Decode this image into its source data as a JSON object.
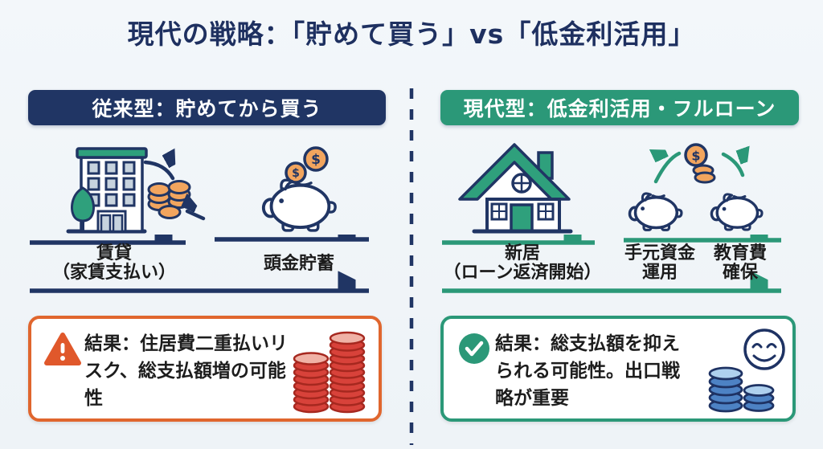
{
  "title": "現代の戦略：「貯めて買う」vs「低金利活用」",
  "coin_symbol": "$",
  "colors": {
    "background": "#f1f6f9",
    "navy": "#203564",
    "green": "#2b9878",
    "orange_border": "#e0662e",
    "warning_orange": "#e0582b",
    "coin_orange": "#f2a55e",
    "red_coin": "#d8423a",
    "blue_coin": "#4d82c4",
    "window_gray": "#c7d3de",
    "label_text": "#1b1b1b",
    "title_text": "#1e3060"
  },
  "left_panel": {
    "header": "従来型：貯めてから買う",
    "icons": [
      "tree-icon",
      "apartment-building-icon",
      "curved-arrow-icon",
      "coin-stack-icon",
      "right-arrow-icon",
      "falling-coins-icon",
      "piggy-bank-icon"
    ],
    "steps": [
      {
        "line1": "賃貸",
        "line2": "（家賃支払い）"
      },
      {
        "line1": "頭金貯蓄",
        "line2": ""
      }
    ],
    "result": {
      "icon": "warning-icon",
      "text": "結果：住居費二重払いリスク、総支払額増の可能性",
      "side_icon": "red-coin-stacks-icon"
    }
  },
  "right_panel": {
    "header": "現代型：低金利活用・フルローン",
    "icons": [
      "house-icon",
      "dollar-coin-icon",
      "coin-stack-icon",
      "curve-up-arrow-icon",
      "curve-down-arrow-icon",
      "piggy-bank-icon"
    ],
    "steps": [
      {
        "line1": "新居",
        "line2": "（ローン返済開始）"
      },
      {
        "line1": "手元資金",
        "line2": "運用"
      },
      {
        "line1": "教育費",
        "line2": "確保"
      }
    ],
    "result": {
      "icon": "check-icon",
      "text": "結果：総支払額を抑えられる可能性。出口戦略が重要",
      "side_icons": [
        "smiley-icon",
        "blue-coin-stacks-icon"
      ]
    }
  }
}
